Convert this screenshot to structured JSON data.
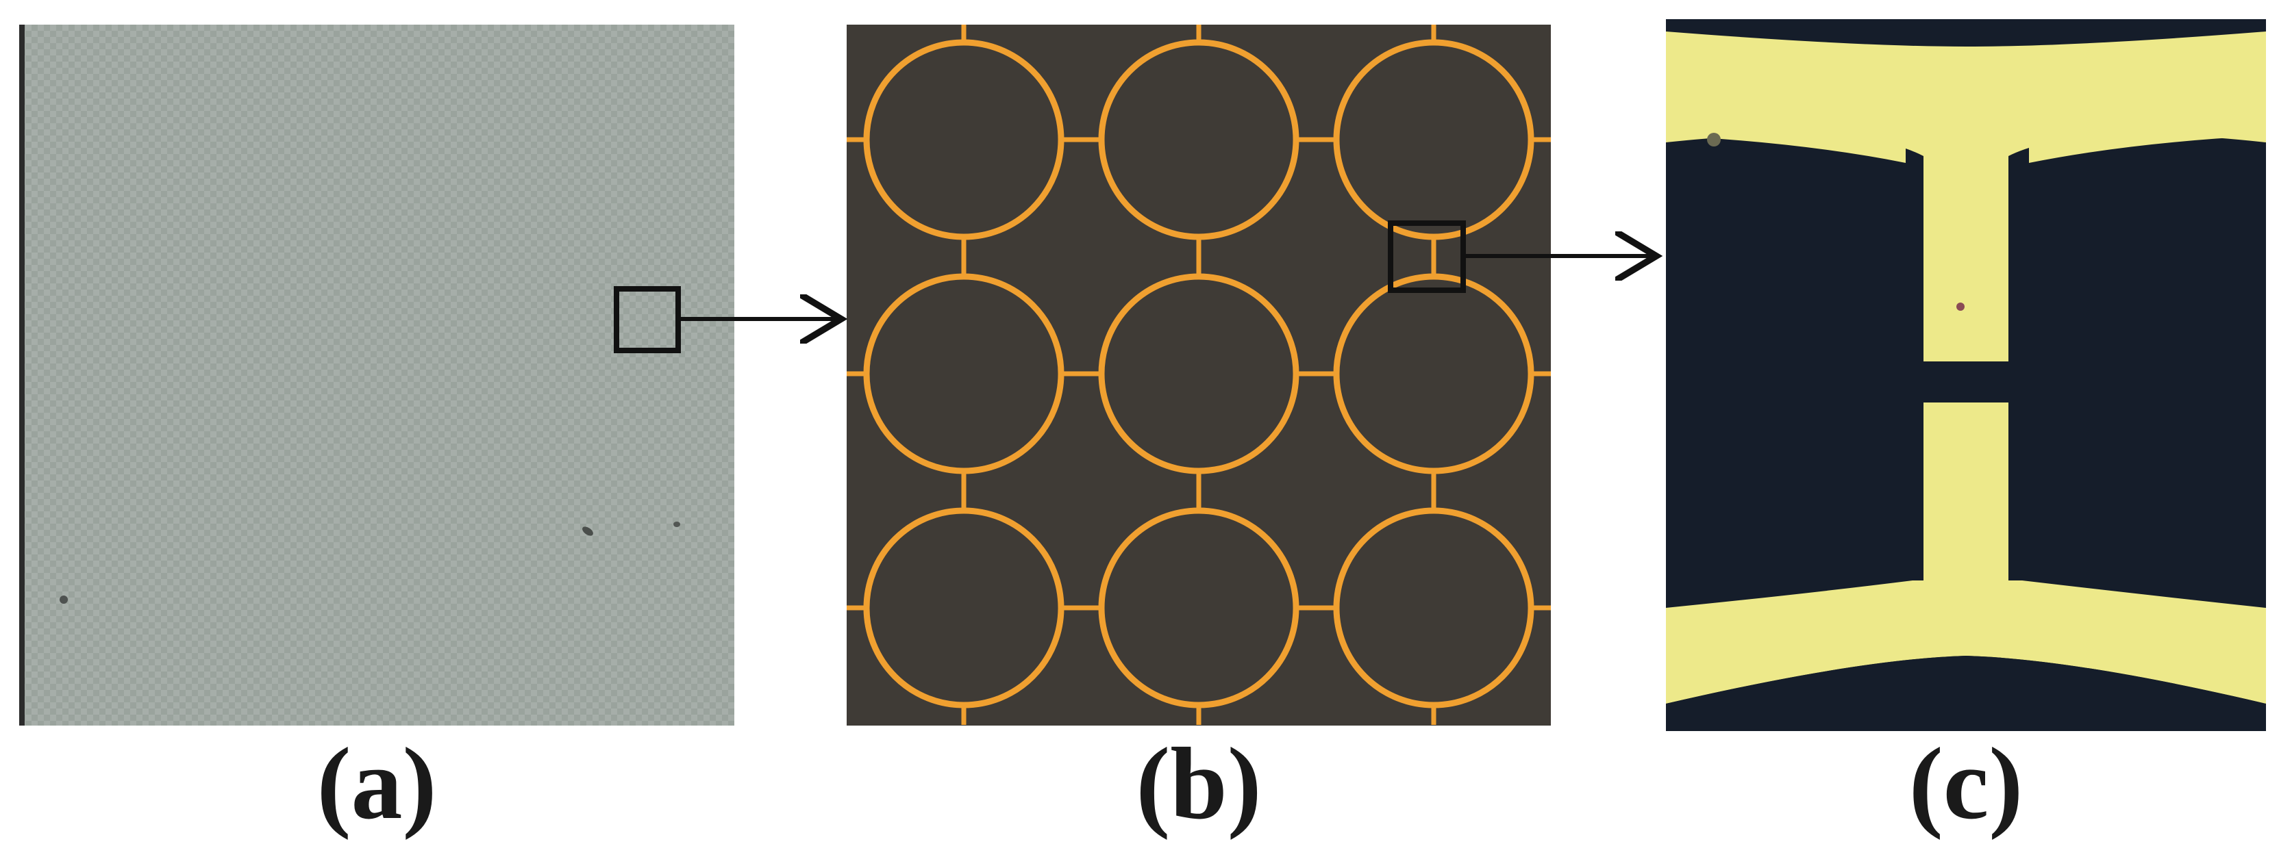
{
  "captions": {
    "a": "(a)",
    "b": "(b)",
    "c": "(c)"
  },
  "colors": {
    "panel_a_background": "#a6aea9",
    "panel_b_background": "#3f3b36",
    "ring_color": "#f0a030",
    "panel_c_background": "#151d2a",
    "metal_color": "#ede98a",
    "frame_color": "#111111"
  },
  "panel_b_grid": {
    "rows": 3,
    "columns": 3
  }
}
